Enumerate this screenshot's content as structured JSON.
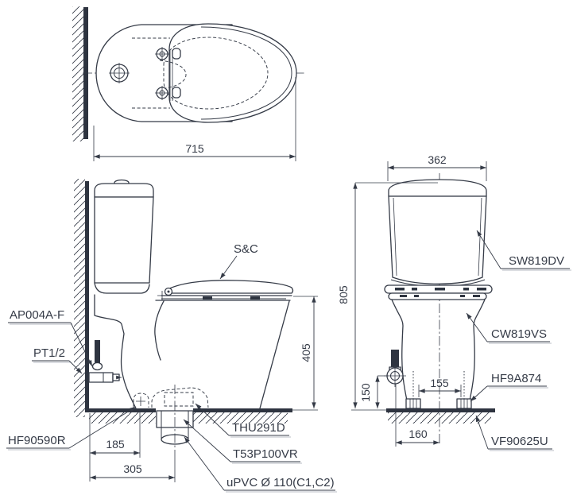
{
  "title": "Two-piece toilet technical installation drawing (plan, side and front views)",
  "labels": {
    "seat_cover": "S&C",
    "cistern": "SW819DV",
    "bowl": "CW819VS",
    "angle_valve": "AP004A-F",
    "thread": "PT1/2",
    "floor_fixing": "HF90590R",
    "trap_seal": "THU291D",
    "flange": "T53P100VR",
    "drain_pipe": "uPVC Ø 110(C1,C2)",
    "fixing_bolt": "HF9A874",
    "bolt_cap": "VF90625U"
  },
  "dimensions_mm": {
    "depth": "715",
    "width": "362",
    "height": "805",
    "seat_height": "405",
    "supply_height": "150",
    "bolt_spacing": "155",
    "supply_offset": "160",
    "fixing_offset": "185",
    "rough_in": "305"
  },
  "colors": {
    "line": "#353b47",
    "wall_fill": "#2e3440",
    "background": "#ffffff"
  }
}
